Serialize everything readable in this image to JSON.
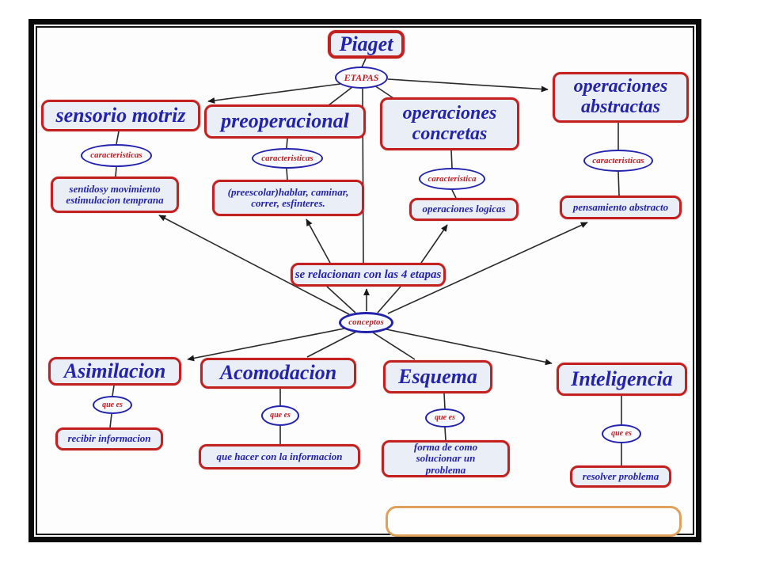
{
  "diagram": {
    "type": "concept-map",
    "colors": {
      "box_border": "#c32020",
      "box_fill": "#e9eef7",
      "box_text": "#2323ae",
      "ellipse_border": "#2323ae",
      "ellipse_text": "#c32020",
      "connector": "#242424",
      "empty_box_border": "#dfa15c",
      "frame": "#0a0a0a"
    },
    "nodes": {
      "piaget": {
        "label": "Piaget"
      },
      "etapas": {
        "label": "ETAPAS"
      },
      "sensorio_motriz": {
        "label": "sensorio motriz"
      },
      "preoperacional": {
        "label": "preoperacional"
      },
      "operaciones_concretas": {
        "label": "operaciones concretas"
      },
      "operaciones_abstractas": {
        "label": "operaciones abstractas"
      },
      "caract_sensorio": {
        "label": "caracteristicas"
      },
      "caract_preoperacional": {
        "label": "caracteristicas"
      },
      "caract_concretas": {
        "label": "caracteristica"
      },
      "caract_abstractas": {
        "label": "caracteristicas"
      },
      "desc_sensorio": {
        "label": "sentidosy movimiento estimulacion temprana"
      },
      "desc_preoperacional": {
        "label": "(preescolar)hablar, caminar, correr, esfinteres."
      },
      "desc_concretas": {
        "label": "operaciones logicas"
      },
      "desc_abstractas": {
        "label": "pensamiento abstracto"
      },
      "relacion": {
        "label": "se relacionan con las 4 etapas"
      },
      "conceptos": {
        "label": "conceptos"
      },
      "asimilacion": {
        "label": "Asimilacion"
      },
      "acomodacion": {
        "label": "Acomodacion"
      },
      "esquema": {
        "label": "Esquema"
      },
      "inteligencia": {
        "label": "Inteligencia"
      },
      "quees_asimilacion": {
        "label": "que es"
      },
      "quees_acomodacion": {
        "label": "que es"
      },
      "quees_esquema": {
        "label": "que es"
      },
      "quees_inteligencia": {
        "label": "que es"
      },
      "desc_asimilacion": {
        "label": "recibir informacion"
      },
      "desc_acomodacion": {
        "label": "que hacer con la informacion"
      },
      "desc_esquema": {
        "label": "forma de como solucionar un problema"
      },
      "desc_inteligencia": {
        "label": "resolver problema"
      },
      "empty_note": {
        "label": ""
      }
    },
    "edges": [
      {
        "from": "piaget",
        "to": "etapas",
        "arrow": false
      },
      {
        "from": "etapas",
        "to": "sensorio_motriz",
        "arrow": true
      },
      {
        "from": "etapas",
        "to": "preoperacional",
        "arrow": false
      },
      {
        "from": "etapas",
        "to": "operaciones_concretas",
        "arrow": false
      },
      {
        "from": "etapas",
        "to": "operaciones_abstractas",
        "arrow": true
      },
      {
        "from": "etapas",
        "to": "relacion",
        "arrow": false
      },
      {
        "from": "sensorio_motriz",
        "to": "caract_sensorio",
        "arrow": false
      },
      {
        "from": "preoperacional",
        "to": "caract_preoperacional",
        "arrow": false
      },
      {
        "from": "operaciones_concretas",
        "to": "caract_concretas",
        "arrow": false
      },
      {
        "from": "operaciones_abstractas",
        "to": "caract_abstractas",
        "arrow": false
      },
      {
        "from": "caract_sensorio",
        "to": "desc_sensorio",
        "arrow": false
      },
      {
        "from": "caract_preoperacional",
        "to": "desc_preoperacional",
        "arrow": false
      },
      {
        "from": "caract_concretas",
        "to": "desc_concretas",
        "arrow": false
      },
      {
        "from": "caract_abstractas",
        "to": "desc_abstractas",
        "arrow": false
      },
      {
        "from": "relacion",
        "to": "desc_preoperacional",
        "arrow": true
      },
      {
        "from": "relacion",
        "to": "desc_concretas",
        "arrow": true
      },
      {
        "from": "conceptos",
        "to": "desc_sensorio",
        "arrow": true
      },
      {
        "from": "conceptos",
        "to": "desc_abstractas",
        "arrow": true
      },
      {
        "from": "conceptos",
        "to": "relacion",
        "arrow": true
      },
      {
        "from": "conceptos",
        "to": "asimilacion",
        "arrow": true
      },
      {
        "from": "conceptos",
        "to": "acomodacion",
        "arrow": false
      },
      {
        "from": "conceptos",
        "to": "esquema",
        "arrow": false
      },
      {
        "from": "conceptos",
        "to": "inteligencia",
        "arrow": true
      },
      {
        "from": "asimilacion",
        "to": "quees_asimilacion",
        "arrow": false
      },
      {
        "from": "acomodacion",
        "to": "quees_acomodacion",
        "arrow": false
      },
      {
        "from": "esquema",
        "to": "quees_esquema",
        "arrow": false
      },
      {
        "from": "inteligencia",
        "to": "quees_inteligencia",
        "arrow": false
      },
      {
        "from": "quees_asimilacion",
        "to": "desc_asimilacion",
        "arrow": false
      },
      {
        "from": "quees_acomodacion",
        "to": "desc_acomodacion",
        "arrow": false
      },
      {
        "from": "quees_esquema",
        "to": "desc_esquema",
        "arrow": false
      },
      {
        "from": "quees_inteligencia",
        "to": "desc_inteligencia",
        "arrow": false
      }
    ]
  }
}
